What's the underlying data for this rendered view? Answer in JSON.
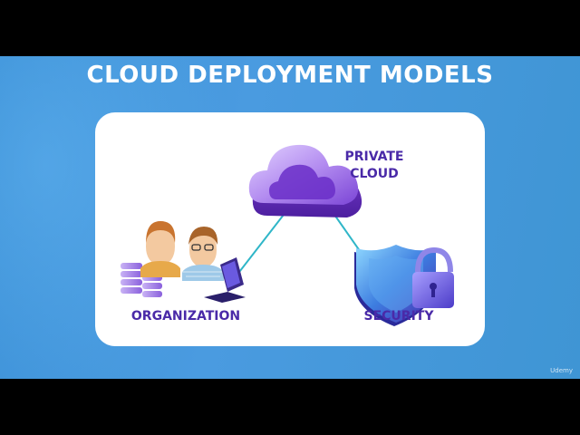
{
  "slide": {
    "title": "CLOUD DEPLOYMENT MODELS",
    "watermark": "Udemy"
  },
  "diagram": {
    "nodes": {
      "cloud": {
        "label_line1": "PRIVATE",
        "label_line2": "CLOUD",
        "icon": "cloud-icon"
      },
      "organization": {
        "label": "ORGANIZATION",
        "icon": "organization-icon"
      },
      "security": {
        "label": "SECURITY",
        "icon": "shield-lock-icon"
      }
    },
    "edges": [
      {
        "from": "cloud",
        "to": "organization"
      },
      {
        "from": "cloud",
        "to": "security"
      }
    ]
  },
  "colors": {
    "background": "#3f95d4",
    "label": "#4a2aa8",
    "connector": "#2fb6c8",
    "cloud": "#8a55e0",
    "shield": "#3b6fd8",
    "lock": "#6b5be0"
  }
}
